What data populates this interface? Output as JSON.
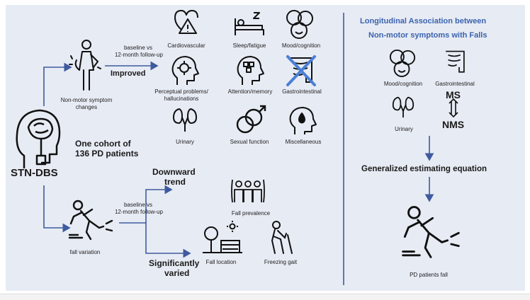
{
  "left": {
    "dbs_label": "STN-DBS",
    "cohort": [
      "One cohort of",
      "136 PD patients"
    ],
    "nms_changes": [
      "Non-motor symptom",
      "changes"
    ],
    "baseline_top": [
      "baseline vs",
      "12-month follow-up"
    ],
    "improved": "Improved",
    "fall_variation": "fall variation",
    "baseline_bottom": [
      "baseline vs",
      "12-month follow-up"
    ],
    "downward": [
      "Downward",
      "trend"
    ],
    "significantly": [
      "Significantly",
      "varied"
    ],
    "symptoms": [
      {
        "label": "Cardiovascular",
        "icon": "heart-icon"
      },
      {
        "label": "Sleep/fatigue",
        "icon": "bed-icon"
      },
      {
        "label": "Mood/cognition",
        "icon": "faces-icon"
      },
      {
        "label": "Perceptual problems/\nhallucinations",
        "icon": "head-gear-icon"
      },
      {
        "label": "Attention/memory",
        "icon": "head-brain-icon"
      },
      {
        "label": "Gastrointestinal",
        "icon": "intestine-crossed-icon"
      },
      {
        "label": "Urinary",
        "icon": "kidney-icon"
      },
      {
        "label": "Sexual function",
        "icon": "gender-icon"
      },
      {
        "label": "Miscellaneous",
        "icon": "sweat-head-icon"
      }
    ],
    "fall_prevalence": "Fall prevalence",
    "fall_location": "Fall location",
    "freezing_gait": "Freezing gait"
  },
  "right": {
    "title": [
      "Longitudinal Association between",
      "Non-motor symptoms with Falls"
    ],
    "mood": "Mood/cognition",
    "gastro": "Gastrointestinal",
    "urinary": "Urinary",
    "ms": "MS",
    "nms": "NMS",
    "gee": "Generalized estimating equation",
    "pd_fall": "PD patients fall"
  },
  "colors": {
    "arrow": "#3f5a9e",
    "title": "#3b63ad",
    "panel": "#e7ebf4",
    "cross": "#4a7fd6"
  }
}
